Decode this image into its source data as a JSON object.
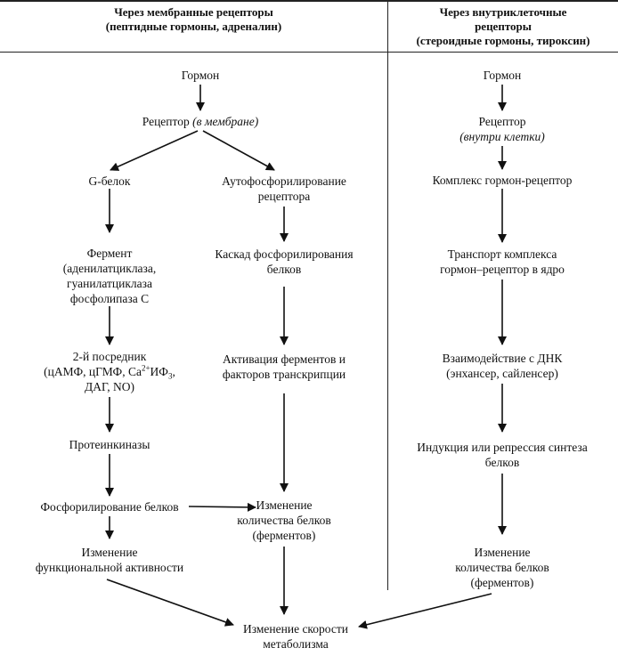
{
  "headers": {
    "left": [
      "Через мембранные рецепторы",
      "(пептидные гормоны, адреналин)"
    ],
    "right": [
      "Через внутриклеточные",
      "рецепторы",
      "(стероидные гормоны, тироксин)"
    ]
  },
  "left_nodes": {
    "hormone": "Гормон",
    "receptor": "Рецептор",
    "receptor_note": "(в мембране)",
    "g_protein": "G-белок",
    "autophos": [
      "Аутофосфорилирование",
      "рецептора"
    ],
    "enzyme": [
      "Фермент",
      "(аденилатциклаза,",
      "гуанилатциклаза",
      "фосфолипаза С"
    ],
    "second_messenger_title": "2-й посредник",
    "second_messenger_a": "(цАМФ, цГМФ, Са",
    "second_messenger_sup": "2+",
    "second_messenger_b": "ИФ",
    "second_messenger_sub": "3",
    "second_messenger_c": ",",
    "second_messenger_line3": "ДАГ, NO)",
    "cascade": [
      "Каскад фосфорилирования",
      "белков"
    ],
    "activation": [
      "Активация ферментов и",
      "факторов транскрипции"
    ],
    "protein_kinases": "Протеинкиназы",
    "phosphorylation": "Фосфорилирование белков",
    "protein_amount": [
      "Изменение",
      "количества белков",
      "(ферментов)"
    ],
    "functional_activity": [
      "Изменение",
      "функциональной активности"
    ]
  },
  "right_nodes": {
    "hormone": "Гормон",
    "receptor": "Рецептор",
    "receptor_note": "(внутри клетки)",
    "complex": "Комплекс гормон-рецептор",
    "transport": [
      "Транспорт комплекса",
      "гормон–рецептор в ядро"
    ],
    "dna": [
      "Взаимодействие с ДНК",
      "(энхансер, сайленсер)"
    ],
    "induction": [
      "Индукция или репрессия синтеза",
      "белков"
    ],
    "protein_amount": [
      "Изменение",
      "количества белков",
      "(ферментов)"
    ]
  },
  "bottom": [
    "Изменение скорости",
    "метаболизма"
  ]
}
